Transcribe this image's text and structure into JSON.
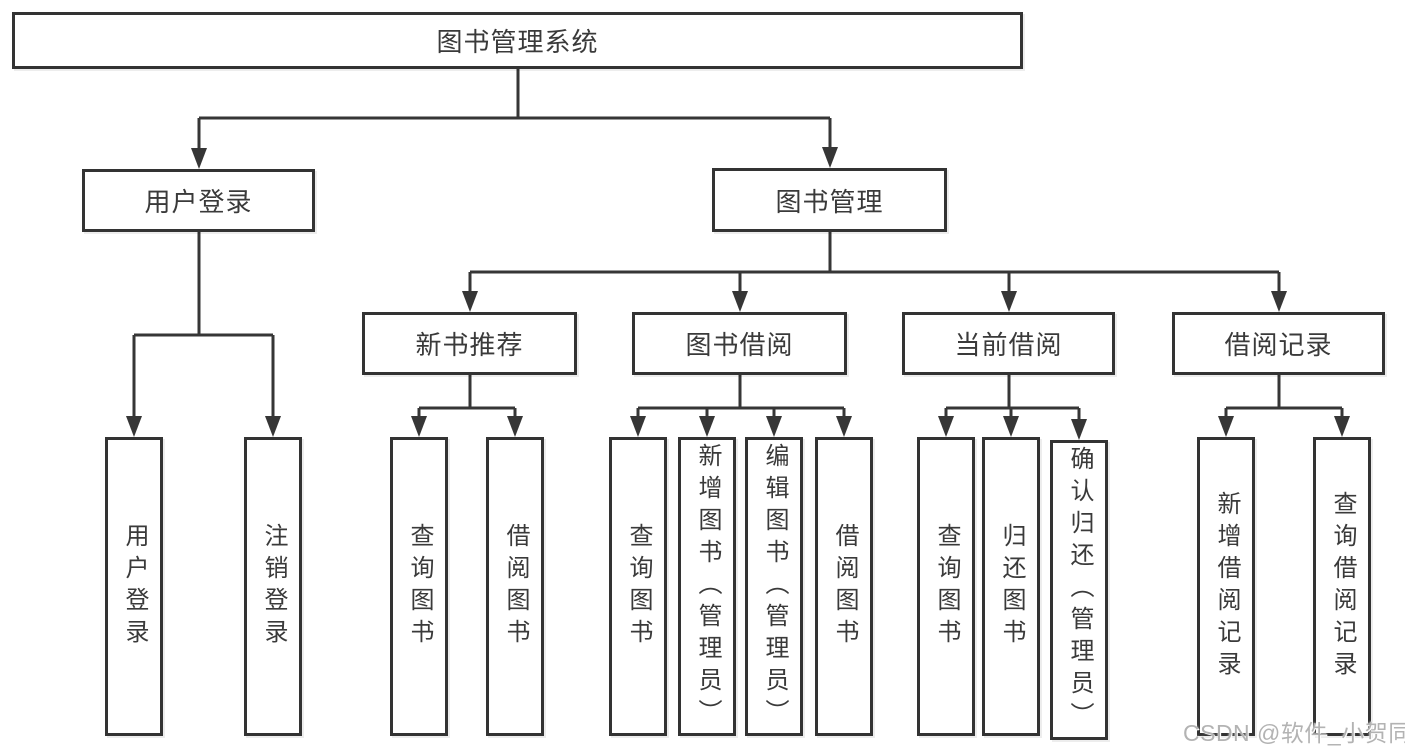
{
  "diagram_title": "图书管理系统",
  "tree": {
    "root": {
      "label": "图书管理系统",
      "children": [
        {
          "label": "用户登录",
          "children": [
            {
              "label": "用户登录"
            },
            {
              "label": "注销登录"
            }
          ]
        },
        {
          "label": "图书管理",
          "children": [
            {
              "label": "新书推荐",
              "children": [
                {
                  "label": "查询图书"
                },
                {
                  "label": "借阅图书"
                }
              ]
            },
            {
              "label": "图书借阅",
              "children": [
                {
                  "label": "查询图书"
                },
                {
                  "label": "新增图书（管理员）"
                },
                {
                  "label": "编辑图书（管理员）"
                },
                {
                  "label": "借阅图书"
                }
              ]
            },
            {
              "label": "当前借阅",
              "children": [
                {
                  "label": "查询图书"
                },
                {
                  "label": "归还图书"
                },
                {
                  "label": "确认归还（管理员）"
                }
              ]
            },
            {
              "label": "借阅记录",
              "children": [
                {
                  "label": "新增借阅记录"
                },
                {
                  "label": "查询借阅记录"
                }
              ]
            }
          ]
        }
      ]
    }
  },
  "watermark": {
    "text": "CSDN @软件_小贺同学"
  },
  "colors": {
    "line": "#363636",
    "box_border": "#333333",
    "box_fill": "#ffffff",
    "text": "#3a3a3a",
    "watermark": "#b3b3b3",
    "background": "#ffffff"
  }
}
